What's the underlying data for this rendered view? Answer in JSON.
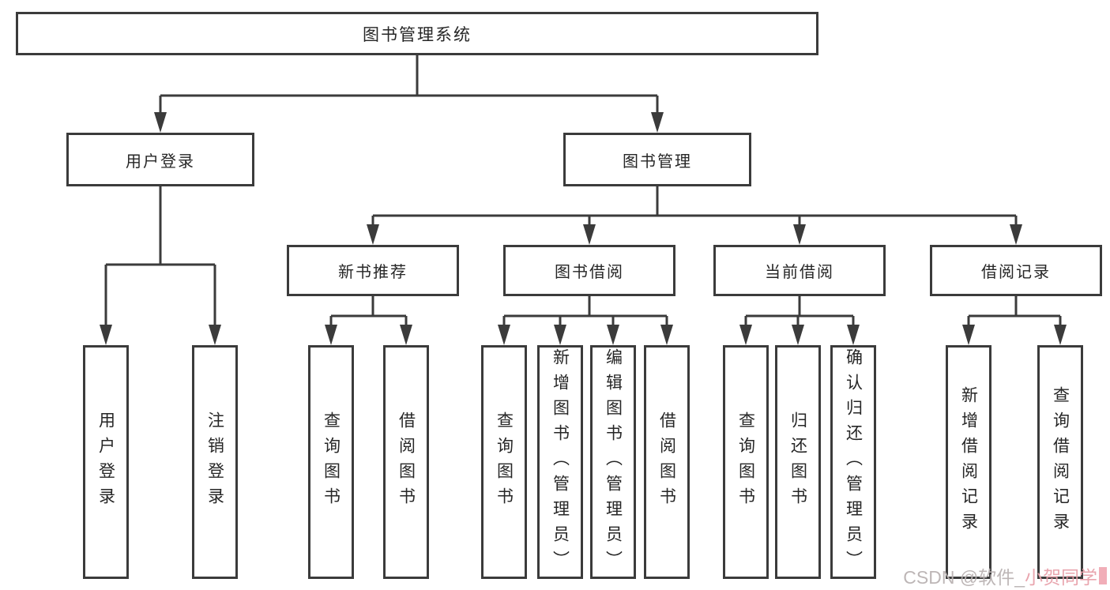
{
  "diagram": {
    "root": {
      "label": "图书管理系统"
    },
    "level2": [
      {
        "label": "用户登录"
      },
      {
        "label": "图书管理"
      }
    ],
    "level3": [
      {
        "label": "新书推荐"
      },
      {
        "label": "图书借阅"
      },
      {
        "label": "当前借阅"
      },
      {
        "label": "借阅记录"
      }
    ],
    "leaves": {
      "user_login": [
        {
          "label": "用户登录"
        },
        {
          "label": "注销登录"
        }
      ],
      "new_books": [
        {
          "label": "查询图书"
        },
        {
          "label": "借阅图书"
        }
      ],
      "book_borrow": [
        {
          "label": "查询图书"
        },
        {
          "label": "新增图书（管理员）"
        },
        {
          "label": "编辑图书（管理员）"
        },
        {
          "label": "借阅图书"
        }
      ],
      "current_borrow": [
        {
          "label": "查询图书"
        },
        {
          "label": "归还图书"
        },
        {
          "label": "确认归还（管理员）"
        }
      ],
      "borrow_records": [
        {
          "label": "新增借阅记录"
        },
        {
          "label": "查询借阅记录"
        }
      ]
    }
  },
  "watermark": {
    "gray_part": "CSDN @软件_",
    "pink_part": "小贺同学"
  },
  "colors": {
    "line": "#3b3b3b",
    "box_border": "#3b3b3b",
    "text": "#262626",
    "background": "#ffffff",
    "watermark_gray": "#b9b2b2",
    "watermark_pink": "#e8a0aa"
  }
}
